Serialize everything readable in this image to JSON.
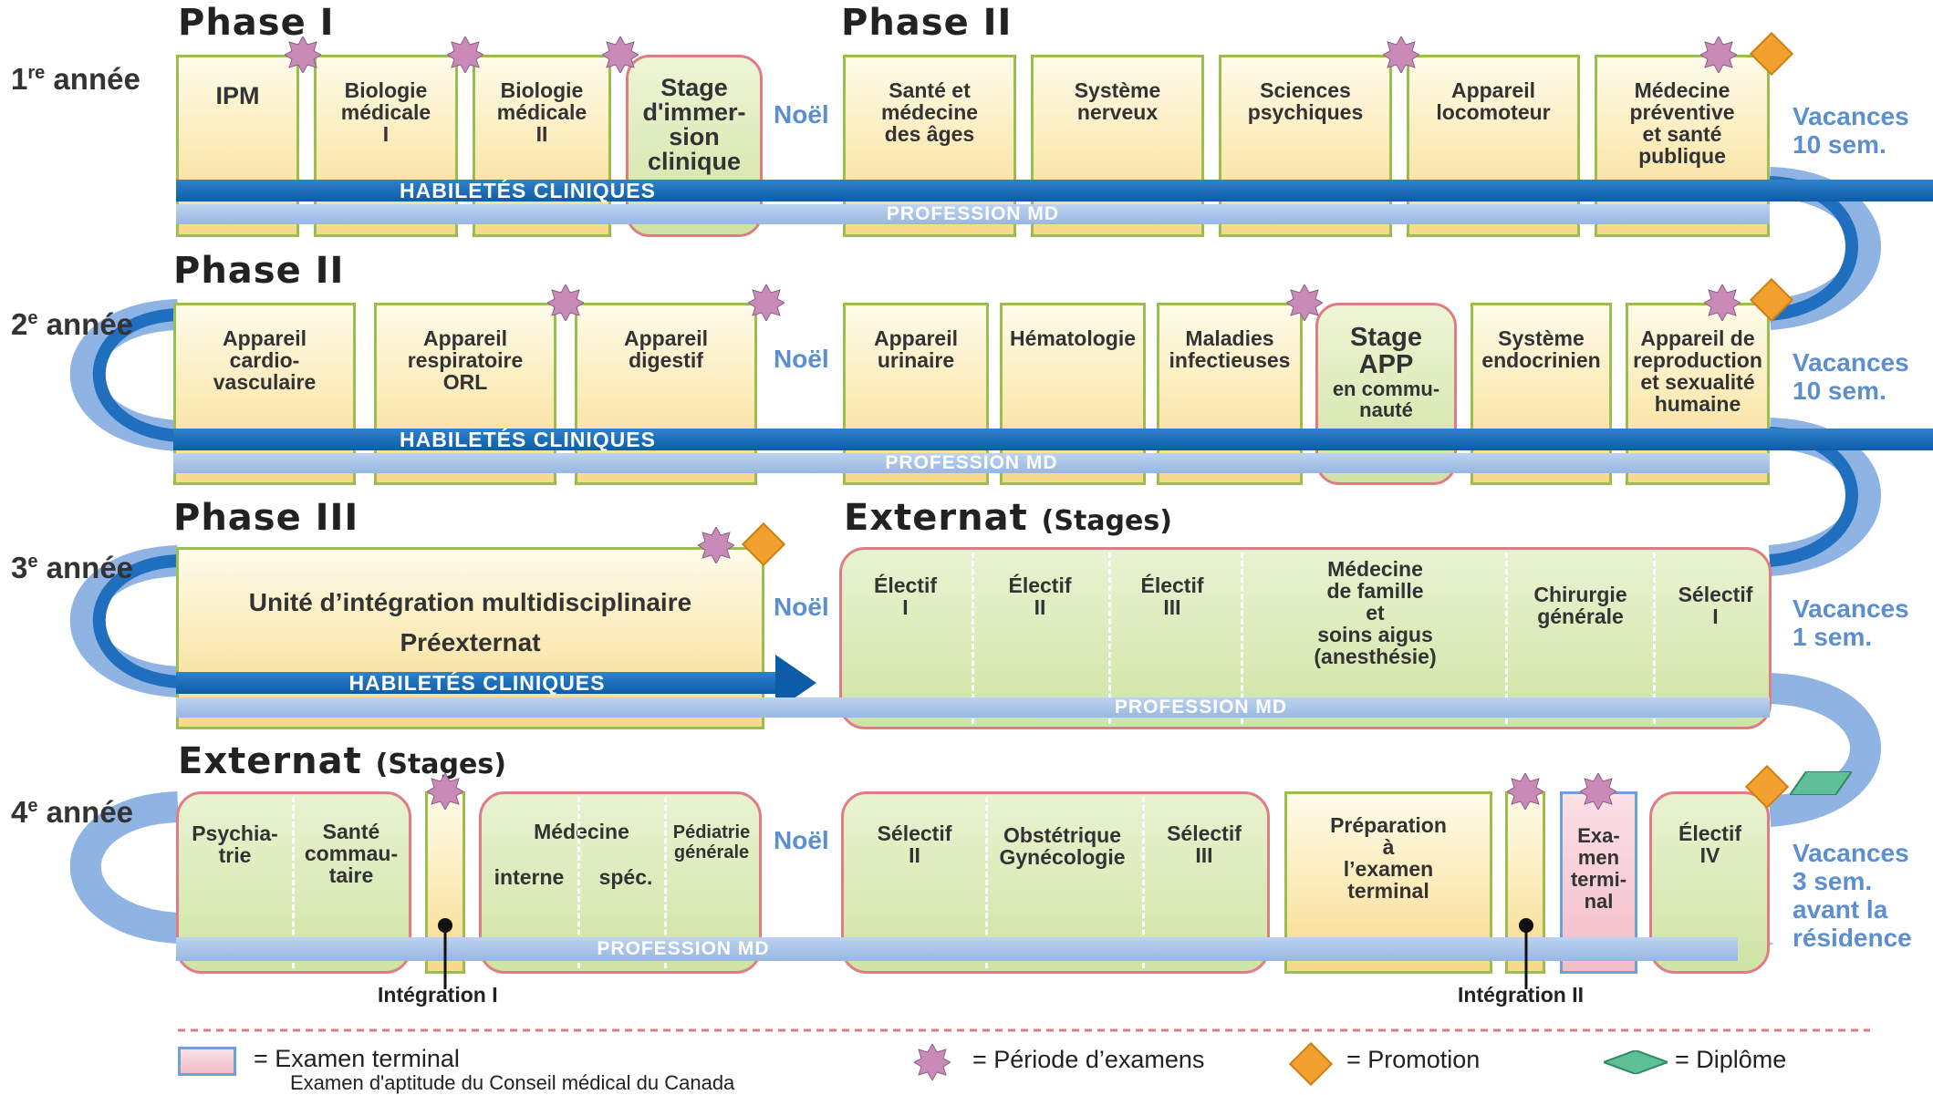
{
  "phases": {
    "y1_left": "Phase I",
    "y1_right": "Phase II",
    "y2_left": "Phase II",
    "y3_left": "Phase III",
    "y3_right": "Externat",
    "y3_right_sub": "(Stages)",
    "y4_left": "Externat",
    "y4_left_sub": "(Stages)"
  },
  "years": {
    "y1_num": "1",
    "y1_sup": "re",
    "y1_text": " année",
    "y2_num": "2",
    "y2_sup": "e",
    "y2_text": " année",
    "y3_num": "3",
    "y3_sup": "e",
    "y3_text": " année",
    "y4_num": "4",
    "y4_sup": "e",
    "y4_text": " année"
  },
  "year1": {
    "units": [
      "IPM",
      "Biologie\nmédicale\nI",
      "Biologie\nmédicale\nII",
      "Stage\nd'immer-\nsion\nclinique",
      "Santé et\nmédecine\ndes âges",
      "Système\nnerveux",
      "Sciences\npsychiques",
      "Appareil\nlocomoteur",
      "Médecine\npréventive\net santé\npublique"
    ],
    "noel": "Noël",
    "vacances": "Vacances\n10 sem."
  },
  "year2": {
    "units": [
      "Appareil\ncardio-\nvasculaire",
      "Appareil\nrespiratoire\nORL",
      "Appareil\ndigestif",
      "Appareil\nurinaire",
      "Hématologie",
      "Maladies\ninfectieuses",
      "Stage\nAPP",
      "en commu-\nnauté",
      "Système\nendocrinien",
      "Appareil de\nreproduction\net sexualité\nhumaine"
    ],
    "noel": "Noël",
    "vacances": "Vacances\n10 sem."
  },
  "year3": {
    "integration_title": "Unité d’intégration multidisciplinaire",
    "integration_sub": "Préexternat",
    "noel": "Noël",
    "stages": [
      "Électif\nI",
      "Électif\nII",
      "Électif\nIII",
      "Médecine\nde famille\net\nsoins aigus\n(anesthésie)",
      "Chirurgie\ngénérale",
      "Sélectif\nI"
    ],
    "vacances": "Vacances\n1 sem."
  },
  "year4": {
    "stages_a": [
      "Psychia-\ntrie",
      "Santé\ncommau-\ntaire"
    ],
    "medecine": "Médecine",
    "interne": "interne",
    "spec": "spéc.",
    "pediatrie": "Pédiatrie\ngénérale",
    "noel": "Noël",
    "stages_b": [
      "Sélectif\nII",
      "Obstétrique\nGynécologie",
      "Sélectif\nIII"
    ],
    "prep": "Préparation\nà\nl’examen\nterminal",
    "exam": "Exa-\nmen\ntermi-\nnal",
    "electif4": "Électif\nIV",
    "integration1": "Intégration I",
    "integration2": "Intégration II",
    "vacances": "Vacances\n3 sem.\navant la\nrésidence"
  },
  "bands": {
    "habiletes": "HABILETÉS CLINIQUES",
    "profession": "PROFESSION MD"
  },
  "legend": {
    "exam_terminal": "= Examen terminal",
    "exam_terminal_sub": "Examen d'aptitude du Conseil médical du Canada",
    "periode": "= Période d’examens",
    "promotion": "= Promotion",
    "diplome": "= Diplôme"
  },
  "colors": {
    "accent_blue": "#0d5ca8",
    "light_blue": "#97b7e2",
    "green_border": "#9bbf4e",
    "pink_border": "#e07d84",
    "star": "#c98ab8",
    "diamond": "#f2a12e",
    "diploma": "#5fbf96"
  }
}
